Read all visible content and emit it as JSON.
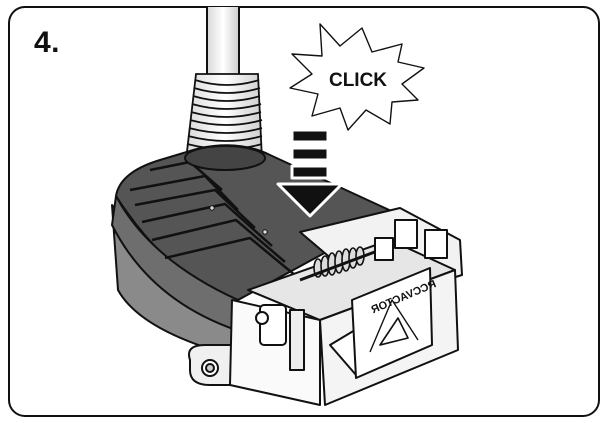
{
  "step": {
    "number": "4."
  },
  "callout": {
    "text": "CLICK"
  },
  "device_label": {
    "text": "RCCVACTOR"
  },
  "colors": {
    "outline": "#111111",
    "body_dark": "#555555",
    "body_mid": "#8a8a8a",
    "panel_light": "#f2f2f2",
    "arrow": "#111111"
  }
}
